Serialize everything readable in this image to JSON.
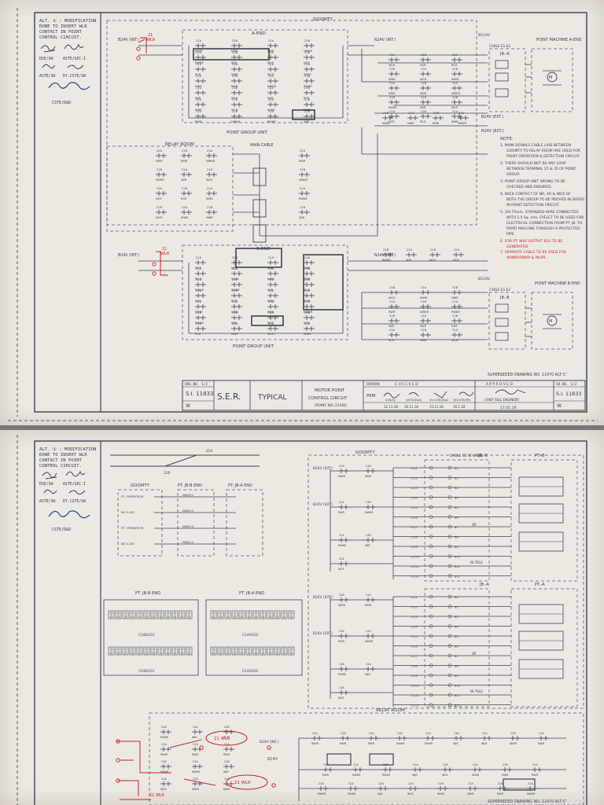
{
  "sheet1": {
    "alt_note": [
      "ALT. ① : MODIFICATION",
      "DONE TO INSERT WLR",
      "CONTACT IN POINT",
      "CONTROL CIRCUIT."
    ],
    "sign_roles": [
      "DSE/SW",
      "ASTE/GEC-I",
      "ASTE/SW",
      "DY.CSTE/SW"
    ],
    "approver_role": "CSTE/D&D",
    "goomty_label": "GOOMTY",
    "a_end_label": "A-END",
    "b_end_label": "B-END",
    "point_group_unit": "POINT GROUP UNIT",
    "relay_room": "RELAY ROOM",
    "main_cable": "MAIN CABLE",
    "point_machine_a": "POINT MACHINE\nA-END",
    "point_machine_b": "POINT MACHINE\nB-END",
    "jb_a": "JB.-A",
    "jb_b": "JB.-B",
    "cable_ends": "CABLE E1-E2",
    "b24_int": "B24V\n(INT.)",
    "b24_ext": "B24V\n(EXT.)",
    "n24_int": "N24V\n(INT.)",
    "n24_ext": "N24V\n(EXT.)",
    "b110": "B110V",
    "relay_labels": [
      "WWR",
      "NWR",
      "RWR",
      "NWKR",
      "RWKR",
      "WJR",
      "WLR",
      "NCR",
      "RCR",
      "WNR",
      "WCR"
    ],
    "notes_title": "NOTE:",
    "notes": [
      "1. MAIN SIGNALS CABLE LAID BETWEEN GOOMTY TO RELAY ROOM ARE USED FOR POINT OPERATION & DETECTION CIRCUIT.",
      "2. THERE SHOULD NOT BE ANY LOOP BETWEEN TERMINAL 25 & 35 OF POINT GROUP.",
      "3. POINT GROUP UNIT WIRING TO BE CHECKED AND ENSURED.",
      "4. BACK CONTACT OF NR, XR & WCR OF BOTH THE GROUP TO BE PROVED IN SERIES IN POINT DETECTION CIRCUIT.",
      "5. 3/0.75mm. STRANDED WIRE CONNECTED WITH 2.5 Sq. mm. EYELET TO BE USED FOR ELECTRICAL CONNECTION FROM PT. JB. TO POINT MACHINE THROUGH A PROTECTED PIPE."
    ],
    "red_notes": [
      "6. FOR PT. WLR OUTPUT B24 TO BE GENERATED",
      "7. SEPARATE CABLE TO BE USED FOR WNWR/RWKR & WLPR."
    ],
    "superseded": "SUPERSEDED DRAWING NO. 11470 ALT.'C'",
    "title_block": {
      "drg_no_label": "DRG.NO.  1/2",
      "drg_no": "S.I. 11833",
      "alt": "W",
      "rly": "S.E.R.",
      "typical": "TYPICAL",
      "title_lines": [
        "MOTOR POINT",
        "CONTROL CIRCUIT",
        "(POINT NO.-21A/B)"
      ],
      "drawn": "DRAWN",
      "checked": "C H E C K E D",
      "approved": "A P P R O V E D",
      "roles": [
        "ASN/SS",
        "ASTE(D&D)",
        "DY.CSTE/D&D",
        "DY.CSTE/SPS"
      ],
      "chief": "CHIEF SIGL ENGINEER",
      "drg_no2_label": "SH.NO.  1/2",
      "drg_no2": "S.I. 11833",
      "alt2": "W",
      "initials": "PKM",
      "dates": [
        "12.11.18",
        "16.11.18",
        "15.11.18",
        "16.1.18"
      ],
      "chief_date": "17.01.19"
    }
  },
  "sheet2": {
    "alt_note": [
      "ALT. ① : MODIFICATION",
      "DONE TO INSERT WLR",
      "CONTACT IN POINT",
      "CONTROL CIRCUIT."
    ],
    "sign_roles": [
      "DSE/SW",
      "ASTE/GEC-I",
      "ASTE/SW",
      "DY.CSTE/SW"
    ],
    "approver_role": "CSTE/D&D",
    "goomty_label": "GOOMTY",
    "pt_jb_b_end": "PT. JB-B END",
    "pt_jb_a_end": "PT. JB-A END",
    "pt_b": "PT.-B",
    "pt_a": "PT.-A",
    "jb_b": "JB.-B",
    "jb_a": "JB.-A",
    "cable_label": "CABLE C2 (E-GIRD)",
    "relay_room": "RELAY ROOM",
    "goomty_left_rows": [
      "PT. OPERATION",
      "NO & NO",
      "PT. OPERATION",
      "NO & NO"
    ],
    "goomty_left_vals": [
      "N06/C1",
      "N06/C2",
      "N06/C3",
      "N06/C4"
    ],
    "terminal_block_b": "C1/B/GO1",
    "terminal_block_b2": "C2/B/GO1",
    "terminal_block_a": "C1/A/GO2",
    "terminal_block_a2": "C2/A/GO2",
    "term_rows_b": [
      "C2/1",
      "C2/2",
      "C2/3",
      "C2/4",
      "C2/5",
      "C2/6",
      "C2/7",
      "C2/8",
      "C2/9",
      "C2/10",
      "C2/11",
      "C2/12"
    ],
    "term_rows_a": [
      "C1/1",
      "C1/2",
      "C1/3",
      "C1/4",
      "C1/5",
      "C1/6",
      "C1/7",
      "C1/8",
      "C1/9",
      "C1/10",
      "C1/11",
      "C1/12"
    ],
    "sp_label": "SP",
    "in_tele": "IN TELE",
    "b24_ext": "B24V\n(EXT)",
    "b24_int": "B24V\n(INT.)",
    "relay_row_labels": [
      "WWR",
      "NWR",
      "RWR",
      "NWKR",
      "RWKR",
      "WJR",
      "WLR"
    ],
    "red_marks": [
      "21 WLR",
      "21 WLR",
      "21 WLR",
      "B24V"
    ],
    "superseded": "SUPERSEDED DRAWING NO. 11470 ALT.'C'"
  }
}
